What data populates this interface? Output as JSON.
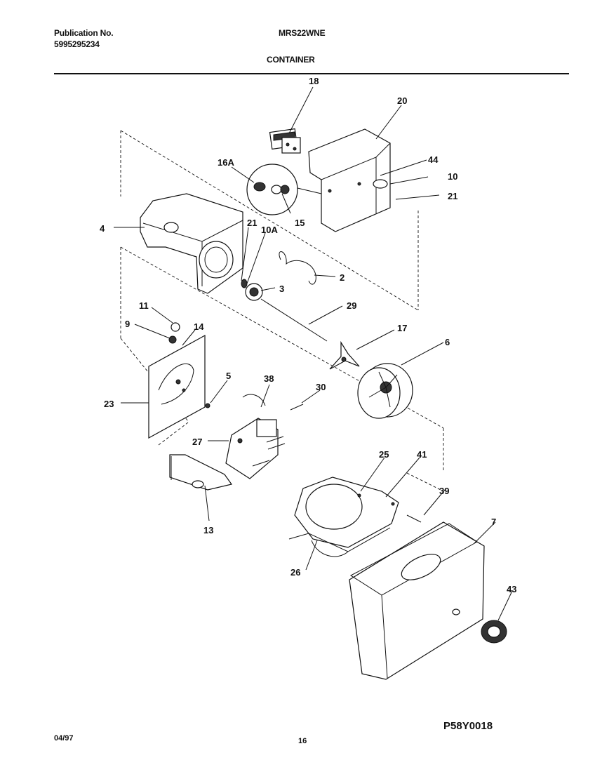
{
  "header": {
    "publication_label": "Publication No.",
    "publication_number": "5995295234",
    "model": "MRS22WNE",
    "section": "CONTAINER"
  },
  "callouts": [
    "18",
    "20",
    "16A",
    "44",
    "10",
    "21",
    "4",
    "21",
    "10A",
    "15",
    "2",
    "3",
    "29",
    "11",
    "9",
    "14",
    "17",
    "6",
    "23",
    "5",
    "38",
    "30",
    "27",
    "25",
    "41",
    "13",
    "39",
    "7",
    "26",
    "43"
  ],
  "footer": {
    "date": "04/97",
    "page": "16",
    "drawing_code": "P58Y0018"
  }
}
